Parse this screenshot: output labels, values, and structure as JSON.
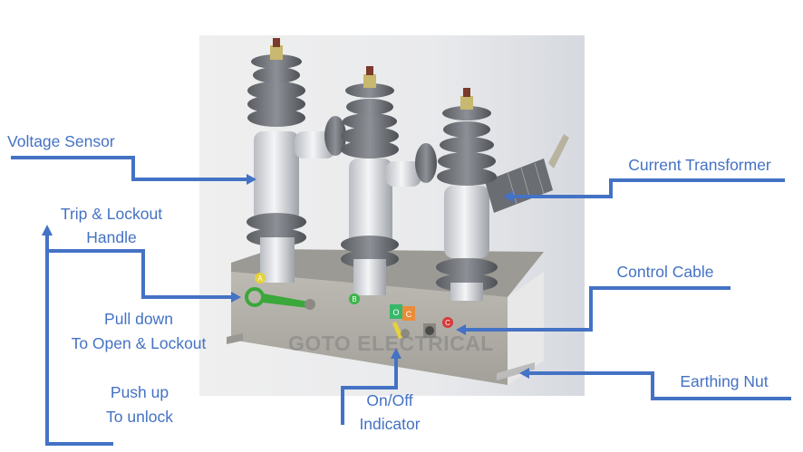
{
  "diagram": {
    "subject": "Three-phase outdoor vacuum recloser",
    "watermark": "GOTO ELECTRICAL",
    "phase_badges": [
      "A",
      "B",
      "C"
    ],
    "indicator_letters": [
      "O",
      "C"
    ],
    "callout_color": "#4472c4",
    "labels": {
      "voltage_sensor": "Voltage Sensor",
      "trip_handle_line1": "Trip & Lockout",
      "trip_handle_line2": "Handle",
      "pull_down_line1": "Pull down",
      "pull_down_line2": "To Open & Lockout",
      "push_up_line1": "Push up",
      "push_up_line2": "To unlock",
      "current_transformer": "Current Transformer",
      "control_cable": "Control Cable",
      "earthing_nut": "Earthing Nut",
      "onoff_line1": "On/Off",
      "onoff_line2": "Indicator"
    }
  }
}
